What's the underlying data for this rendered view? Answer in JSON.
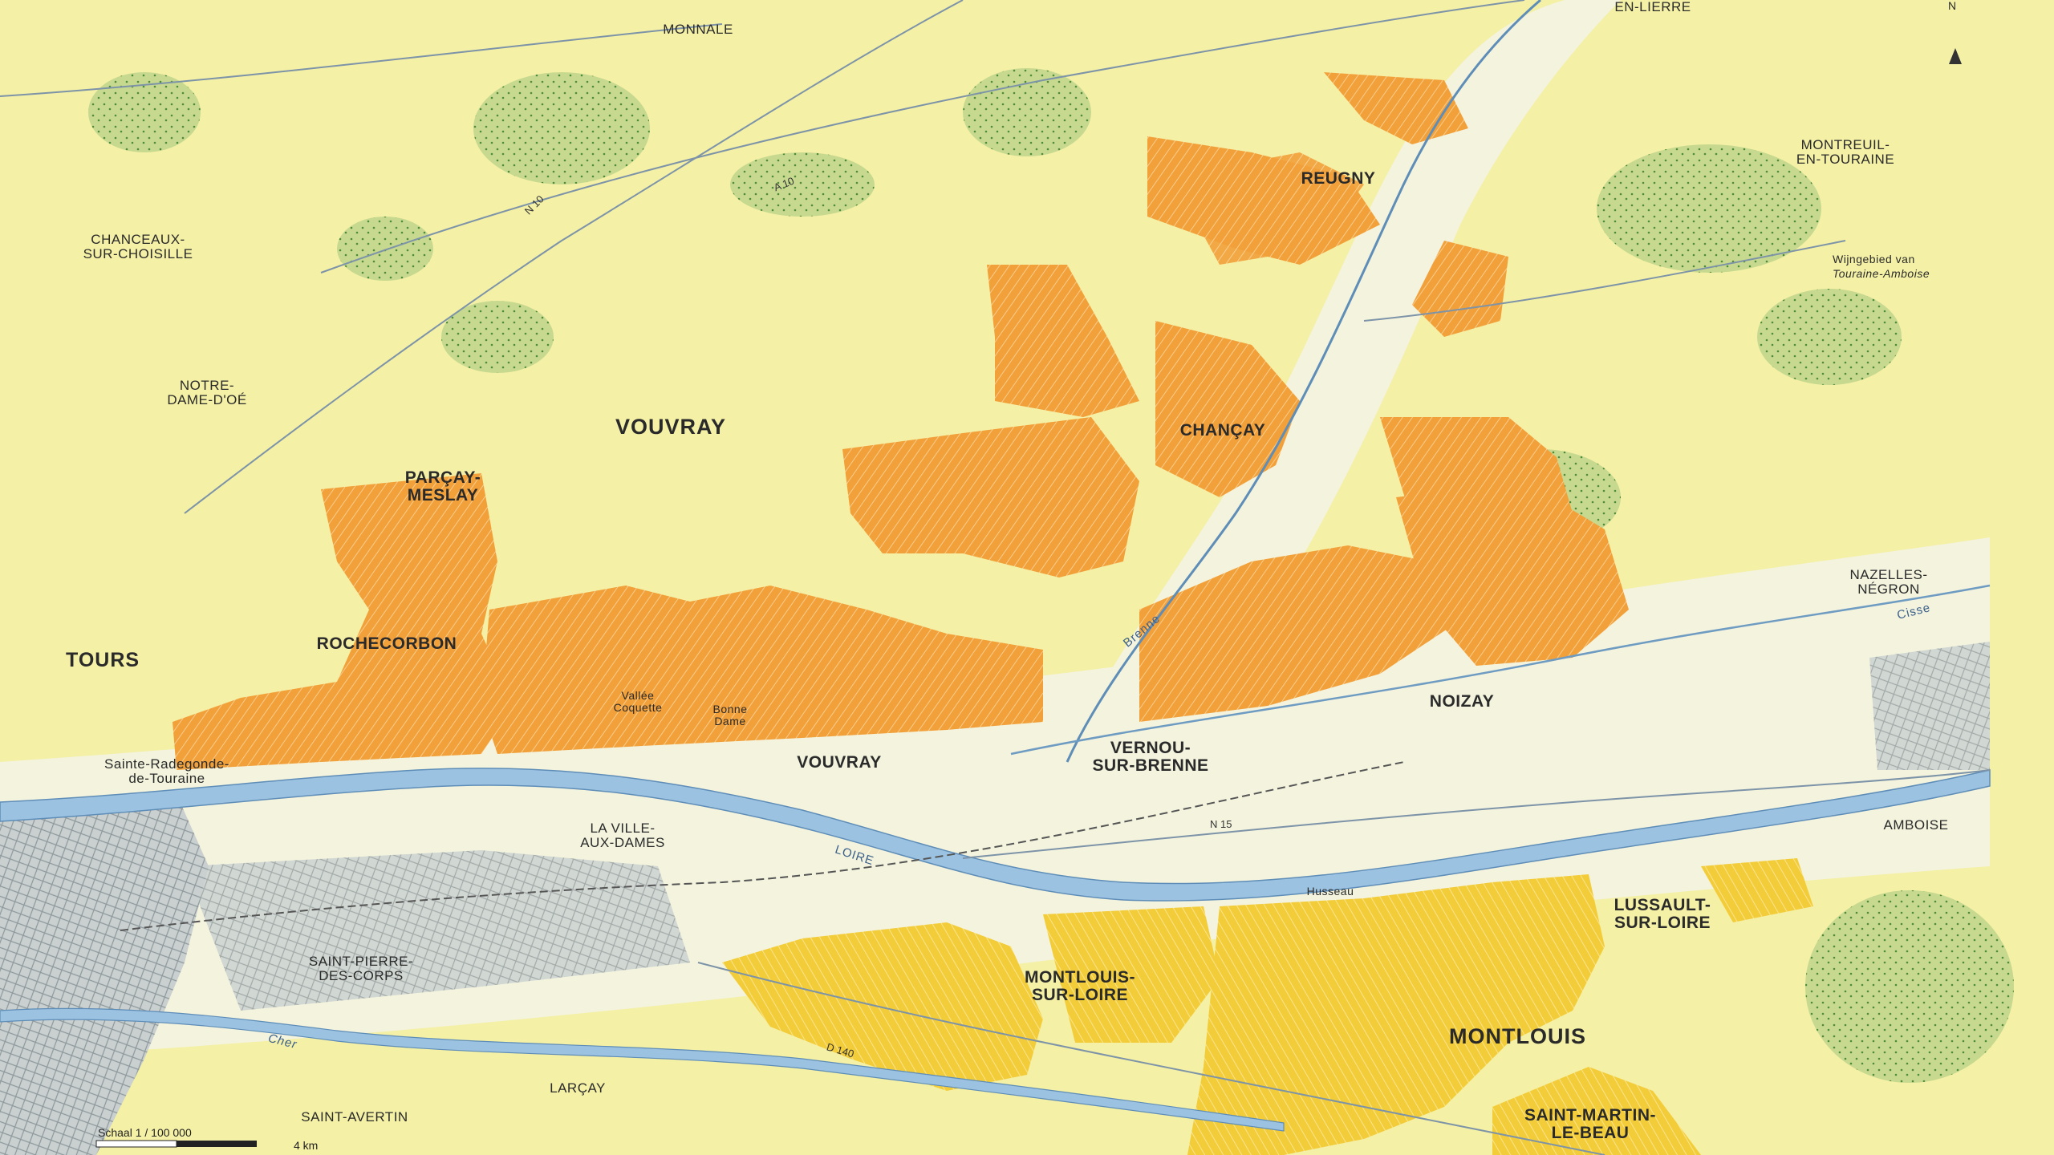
{
  "colors": {
    "background": "#f4f0a6",
    "vouvray_vineyard": "#f2a03a",
    "montlouis_vineyard": "#f3cc3a",
    "valley": "#f3f3de",
    "forest": "#bfd58a",
    "river": "#8fb8dc",
    "urban": "#a9b4b8"
  },
  "map": {
    "north_mark": "N",
    "regions": {
      "vouvray": "VOUVRAY",
      "montlouis": "MONTLOUIS"
    },
    "communes": {
      "monnale": "MONNALE",
      "en_lierre": "EN-LIERRE",
      "montreuil": "MONTREUIL-\nEN-TOURAINE",
      "chanceaux": "CHANCEAUX-\nSUR-CHOISILLE",
      "notre_dame": "NOTRE-\nDAME-D'OÉ",
      "reugny": "REUGNY",
      "chancay": "CHANÇAY",
      "parcay": "PARÇAY-\nMESLAY",
      "rochecorbon": "ROCHECORBON",
      "tours": "TOURS",
      "sainte_radegonde": "Sainte-Radegonde-\nde-Touraine",
      "vallee_coquette": "Vallée\nCoquette",
      "bonne_dame": "Bonne\nDame",
      "vouvray_town": "VOUVRAY",
      "vernou": "VERNOU-\nSUR-BRENNE",
      "noizay": "NOIZAY",
      "nazelles": "NAZELLES-\nNÉGRON",
      "amboise": "AMBOISE",
      "la_ville_aux_dames": "LA VILLE-\nAUX-DAMES",
      "husseau": "Husseau",
      "lussault": "LUSSAULT-\nSUR-LOIRE",
      "saint_pierre": "SAINT-PIERRE-\nDES-CORPS",
      "montlouis_town": "MONTLOUIS-\nSUR-LOIRE",
      "larcay": "LARÇAY",
      "saint_avertin": "SAINT-AVERTIN",
      "saint_martin": "SAINT-MARTIN-\nLE-BEAU"
    },
    "note": {
      "line1": "Wijngebied van",
      "line2": "Touraine-Amboise"
    },
    "rivers": {
      "loire": "LOIRE",
      "cher": "Cher",
      "brenne": "Brenne",
      "cisse": "Cisse"
    },
    "roads": {
      "n10": "N 10",
      "a10": "A 10",
      "n15": "N 15",
      "d140": "D 140"
    },
    "scale": {
      "label": "Schaal 1 / 100 000",
      "distance": "4 km"
    }
  }
}
